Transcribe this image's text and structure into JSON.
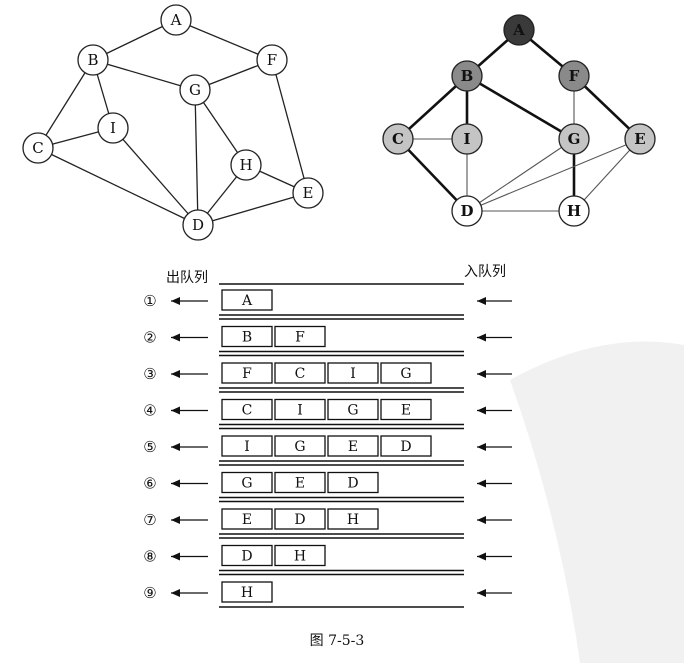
{
  "graph_left": {
    "nodes": [
      {
        "id": "A",
        "label": "A"
      },
      {
        "id": "B",
        "label": "B"
      },
      {
        "id": "F",
        "label": "F"
      },
      {
        "id": "G",
        "label": "G"
      },
      {
        "id": "C",
        "label": "C"
      },
      {
        "id": "I",
        "label": "I"
      },
      {
        "id": "H",
        "label": "H"
      },
      {
        "id": "E",
        "label": "E"
      },
      {
        "id": "D",
        "label": "D"
      }
    ],
    "edges": [
      [
        "A",
        "B"
      ],
      [
        "A",
        "F"
      ],
      [
        "B",
        "G"
      ],
      [
        "F",
        "G"
      ],
      [
        "B",
        "C"
      ],
      [
        "B",
        "I"
      ],
      [
        "C",
        "I"
      ],
      [
        "C",
        "D"
      ],
      [
        "I",
        "D"
      ],
      [
        "G",
        "D"
      ],
      [
        "G",
        "H"
      ],
      [
        "H",
        "D"
      ],
      [
        "H",
        "E"
      ],
      [
        "E",
        "D"
      ],
      [
        "F",
        "E"
      ]
    ]
  },
  "graph_right": {
    "nodes": [
      {
        "id": "A",
        "label": "A",
        "shade": "#3a3a3a"
      },
      {
        "id": "B",
        "label": "B",
        "shade": "#8a8a8a"
      },
      {
        "id": "F",
        "label": "F",
        "shade": "#8a8a8a"
      },
      {
        "id": "C",
        "label": "C",
        "shade": "#c4c4c4"
      },
      {
        "id": "I",
        "label": "I",
        "shade": "#c4c4c4"
      },
      {
        "id": "G",
        "label": "G",
        "shade": "#c4c4c4"
      },
      {
        "id": "E",
        "label": "E",
        "shade": "#c4c4c4"
      },
      {
        "id": "D",
        "label": "D",
        "shade": "#ffffff"
      },
      {
        "id": "H",
        "label": "H",
        "shade": "#ffffff"
      }
    ],
    "edges": [
      {
        "from": "A",
        "to": "B",
        "bold": true
      },
      {
        "from": "A",
        "to": "F",
        "bold": true
      },
      {
        "from": "B",
        "to": "C",
        "bold": true
      },
      {
        "from": "B",
        "to": "I",
        "bold": true
      },
      {
        "from": "B",
        "to": "G",
        "bold": true
      },
      {
        "from": "F",
        "to": "E",
        "bold": true
      },
      {
        "from": "F",
        "to": "G",
        "bold": false
      },
      {
        "from": "C",
        "to": "I",
        "bold": false
      },
      {
        "from": "C",
        "to": "D",
        "bold": true
      },
      {
        "from": "I",
        "to": "D",
        "bold": false
      },
      {
        "from": "G",
        "to": "H",
        "bold": true
      },
      {
        "from": "G",
        "to": "D",
        "bold": false
      },
      {
        "from": "E",
        "to": "D",
        "bold": false
      },
      {
        "from": "E",
        "to": "H",
        "bold": false
      },
      {
        "from": "D",
        "to": "H",
        "bold": false
      }
    ]
  },
  "queue": {
    "dequeue_label": "出队列",
    "enqueue_label": "入队列",
    "rows": [
      {
        "step": "①",
        "items": [
          "A"
        ]
      },
      {
        "step": "②",
        "items": [
          "B",
          "F"
        ]
      },
      {
        "step": "③",
        "items": [
          "F",
          "C",
          "I",
          "G"
        ]
      },
      {
        "step": "④",
        "items": [
          "C",
          "I",
          "G",
          "E"
        ]
      },
      {
        "step": "⑤",
        "items": [
          "I",
          "G",
          "E",
          "D"
        ]
      },
      {
        "step": "⑥",
        "items": [
          "G",
          "E",
          "D"
        ]
      },
      {
        "step": "⑦",
        "items": [
          "E",
          "D",
          "H"
        ]
      },
      {
        "step": "⑧",
        "items": [
          "D",
          "H"
        ]
      },
      {
        "step": "⑨",
        "items": [
          "H"
        ]
      }
    ]
  },
  "caption": "图 7-5-3"
}
